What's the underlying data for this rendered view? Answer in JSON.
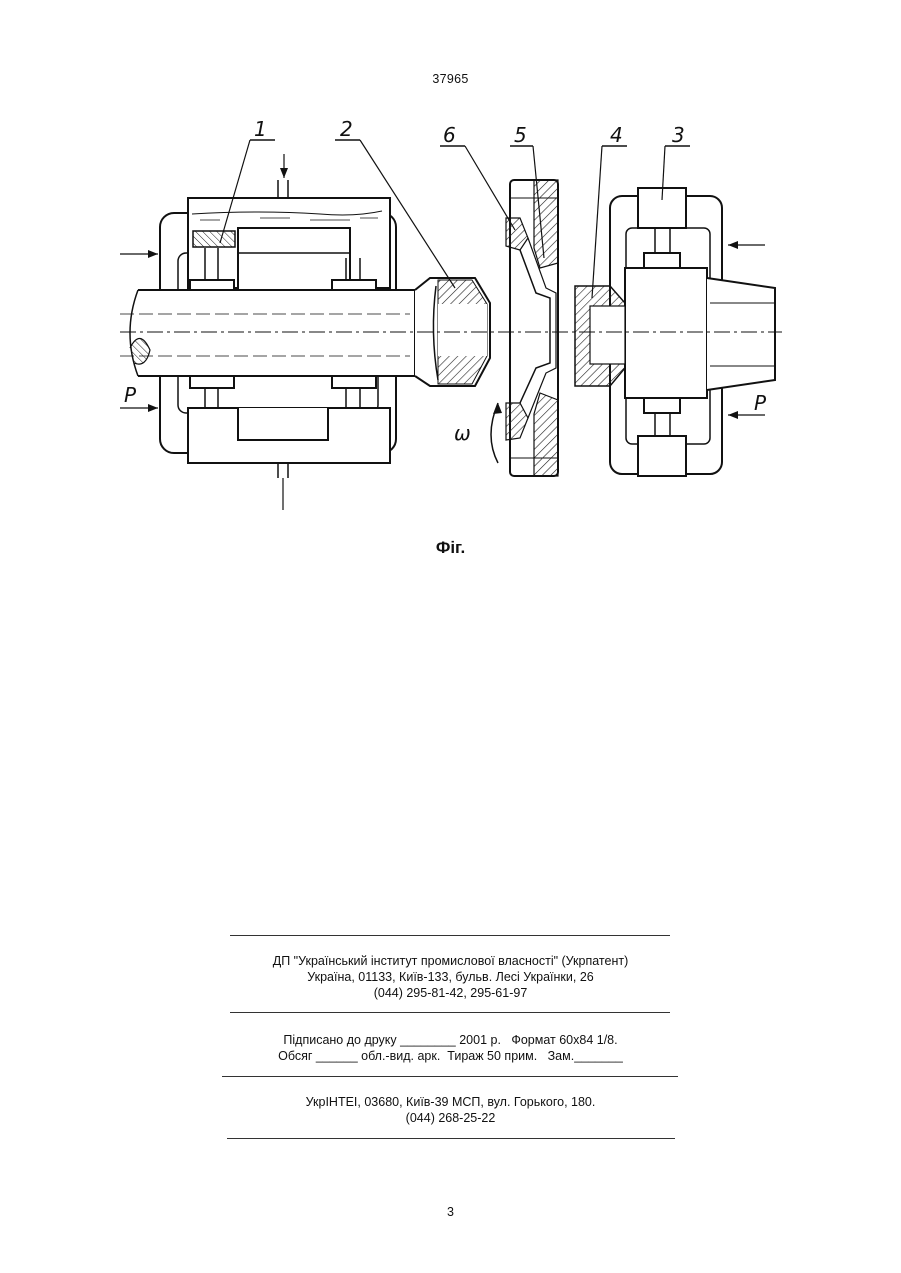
{
  "header": {
    "patent_number": "37965"
  },
  "figure": {
    "caption": "Фіг.",
    "part_labels": [
      "1",
      "2",
      "6",
      "5",
      "4",
      "3"
    ],
    "force_labels": [
      "P",
      "P"
    ],
    "rotation_label": "ω"
  },
  "imprint": {
    "publisher": [
      "ДП \"Український інститут промислової власності\" (Укрпатент)",
      "Україна, 01133, Київ-133, бульв. Лесі Українки, 26",
      "(044) 295-81-42, 295-61-97"
    ],
    "print_info": [
      "Підписано до друку ________ 2001 р.   Формат 60х84 1/8.",
      "Обсяг ______ обл.-вид. арк.  Тираж 50 прим.   Зам._______"
    ],
    "printer": [
      "УкрІНТЕІ, 03680, Київ-39 МСП, вул. Горького, 180.",
      "(044) 268-25-22"
    ]
  },
  "footer": {
    "page_number": "3"
  }
}
